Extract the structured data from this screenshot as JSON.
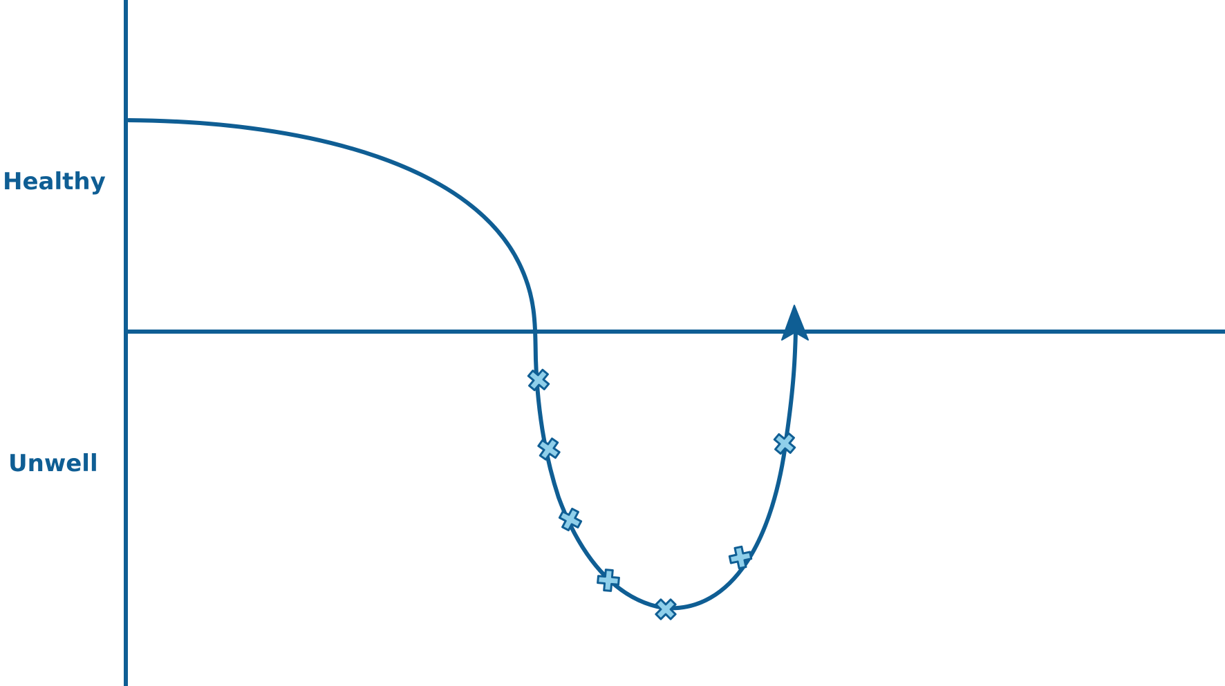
{
  "labels": {
    "healthy": "Healthy",
    "unwell": "Unwell"
  },
  "colors": {
    "line": "#0F5E94",
    "marker_fill": "#8FCFEA",
    "marker_stroke": "#0F5E94",
    "background": "#FFFFFF"
  },
  "markers": {
    "icon": "cross-marker-icon",
    "count": 7
  }
}
